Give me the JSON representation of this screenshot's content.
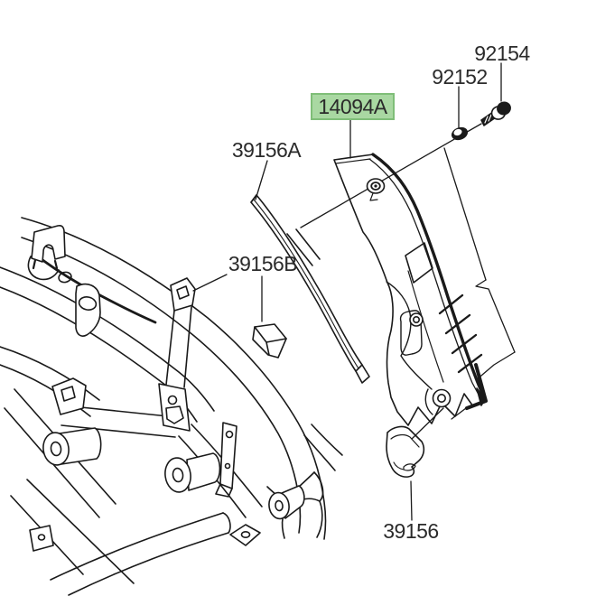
{
  "canvas": {
    "background": "#ffffff",
    "line_color": "#1a1a1a"
  },
  "highlight": {
    "fill": "#a9d8a2",
    "border": "#7fbe78"
  },
  "parts": [
    {
      "number": "92154",
      "highlighted": false
    },
    {
      "number": "92152",
      "highlighted": false
    },
    {
      "number": "14094A",
      "highlighted": true
    },
    {
      "number": "39156A",
      "highlighted": false
    },
    {
      "number": "39156B",
      "highlighted": false
    },
    {
      "number": "39156",
      "highlighted": false
    }
  ]
}
